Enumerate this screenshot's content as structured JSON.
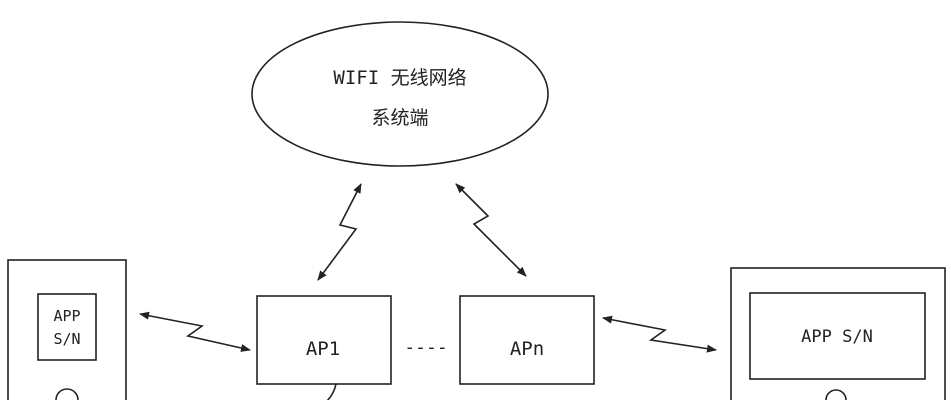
{
  "diagram": {
    "cloud": {
      "line1": "WIFI 无线网络",
      "line2": "系统端"
    },
    "phone": {
      "line1": "APP",
      "line2": "S/N"
    },
    "ap1": {
      "label": "AP1"
    },
    "ap_dashes": {
      "label": "----"
    },
    "apn": {
      "label": "APn"
    },
    "monitor": {
      "label": "APP S/N"
    },
    "colors": {
      "line": "#222222",
      "background": "#ffffff"
    }
  }
}
